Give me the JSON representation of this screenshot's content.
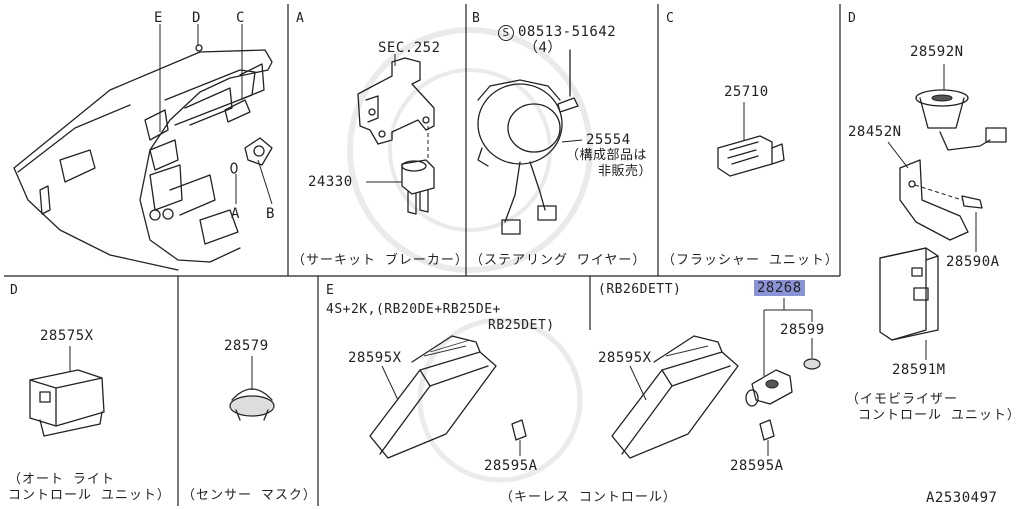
{
  "sections": {
    "overview": {
      "letters": [
        "E",
        "D",
        "C",
        "A",
        "B"
      ]
    },
    "A": {
      "letter": "A",
      "parts": [
        "SEC.252",
        "24330"
      ],
      "caption": "（サーキット ブレーカー）"
    },
    "B": {
      "letter": "B",
      "bolt_code": "08513-51642",
      "bolt_qty": "（4）",
      "parts": [
        "25554"
      ],
      "note_line1": "（構成部品は",
      "note_line2": "非販売）",
      "caption": "（ステアリング ワイヤー）"
    },
    "C": {
      "letter": "C",
      "parts": [
        "25710"
      ],
      "caption": "（フラッシャー ユニット）"
    },
    "D_top": {
      "letter": "D",
      "parts": [
        "28592N",
        "28452N",
        "28590A",
        "28591M"
      ],
      "caption_line1": "（イモビライザー",
      "caption_line2": "コントロール ユニット）"
    },
    "D_bottom": {
      "letter": "D",
      "parts": [
        "28575X"
      ],
      "caption_line1": "（オート ライト",
      "caption_line2": "コントロール ユニット）"
    },
    "sensor": {
      "parts": [
        "28579"
      ],
      "caption": "（センサー マスク）"
    },
    "E": {
      "letter": "E",
      "variant_line1": "4S+2K,(RB20DE+RB25DE+",
      "variant_line2": "RB25DET)",
      "parts": [
        "28595X",
        "28595A"
      ]
    },
    "RB26": {
      "variant": "(RB26DETT)",
      "parts": [
        "28268",
        "28599",
        "28595X",
        "28595A"
      ],
      "caption": "（キーレス コントロール）"
    }
  },
  "highlight_part": "28268",
  "highlight_color": "#8a93d6",
  "diagram_id": "A2530497"
}
